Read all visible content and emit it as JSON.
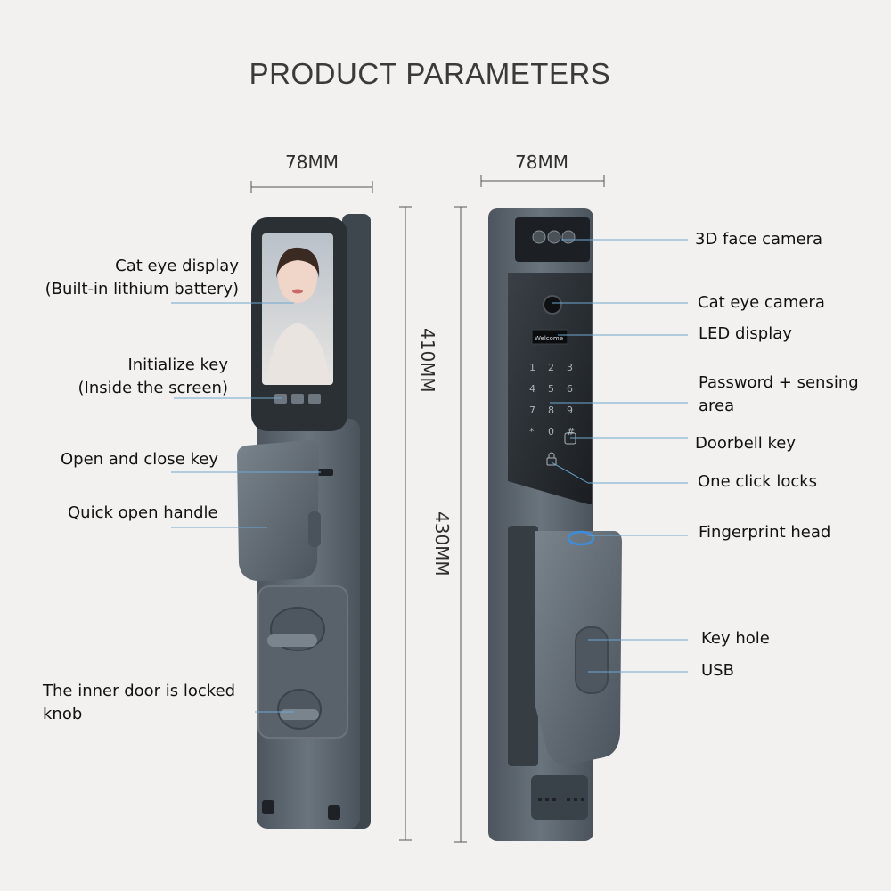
{
  "title": "PRODUCT PARAMETERS",
  "dimensions": {
    "left_width": "78MM",
    "right_width": "78MM",
    "left_height": "410MM",
    "right_height": "430MM"
  },
  "left_labels": [
    {
      "line1": "Cat eye display",
      "line2": "(Built-in lithium battery)"
    },
    {
      "line1": "Initialize key",
      "line2": "(Inside the screen)"
    },
    {
      "line1": "Open and close key",
      "line2": ""
    },
    {
      "line1": "Quick open handle",
      "line2": ""
    },
    {
      "line1": "The inner door is locked",
      "line2": "knob"
    }
  ],
  "right_labels": [
    {
      "line1": "3D face camera",
      "line2": ""
    },
    {
      "line1": "Cat eye camera",
      "line2": ""
    },
    {
      "line1": "LED display",
      "line2": ""
    },
    {
      "line1": "Password + sensing",
      "line2": "area"
    },
    {
      "line1": "Doorbell key",
      "line2": ""
    },
    {
      "line1": "One click locks",
      "line2": ""
    },
    {
      "line1": "Fingerprint head",
      "line2": ""
    },
    {
      "line1": "Key hole",
      "line2": ""
    },
    {
      "line1": "USB",
      "line2": ""
    }
  ],
  "keypad": [
    "1",
    "2",
    "3",
    "4",
    "5",
    "6",
    "7",
    "8",
    "9",
    "*",
    "0",
    "#"
  ],
  "led_text": "Welcome",
  "colors": {
    "background": "#f2f1ef",
    "lock_body": "#5d6770",
    "lock_dark": "#2a2f34",
    "callout_line": "#6fa7cf",
    "fingerprint_ring": "#3b8ede"
  },
  "icons": {
    "doorbell": "bell-icon",
    "lock": "padlock-icon",
    "nav_keys": [
      "arrow-left-icon",
      "center-key-icon",
      "arrow-right-icon"
    ]
  }
}
